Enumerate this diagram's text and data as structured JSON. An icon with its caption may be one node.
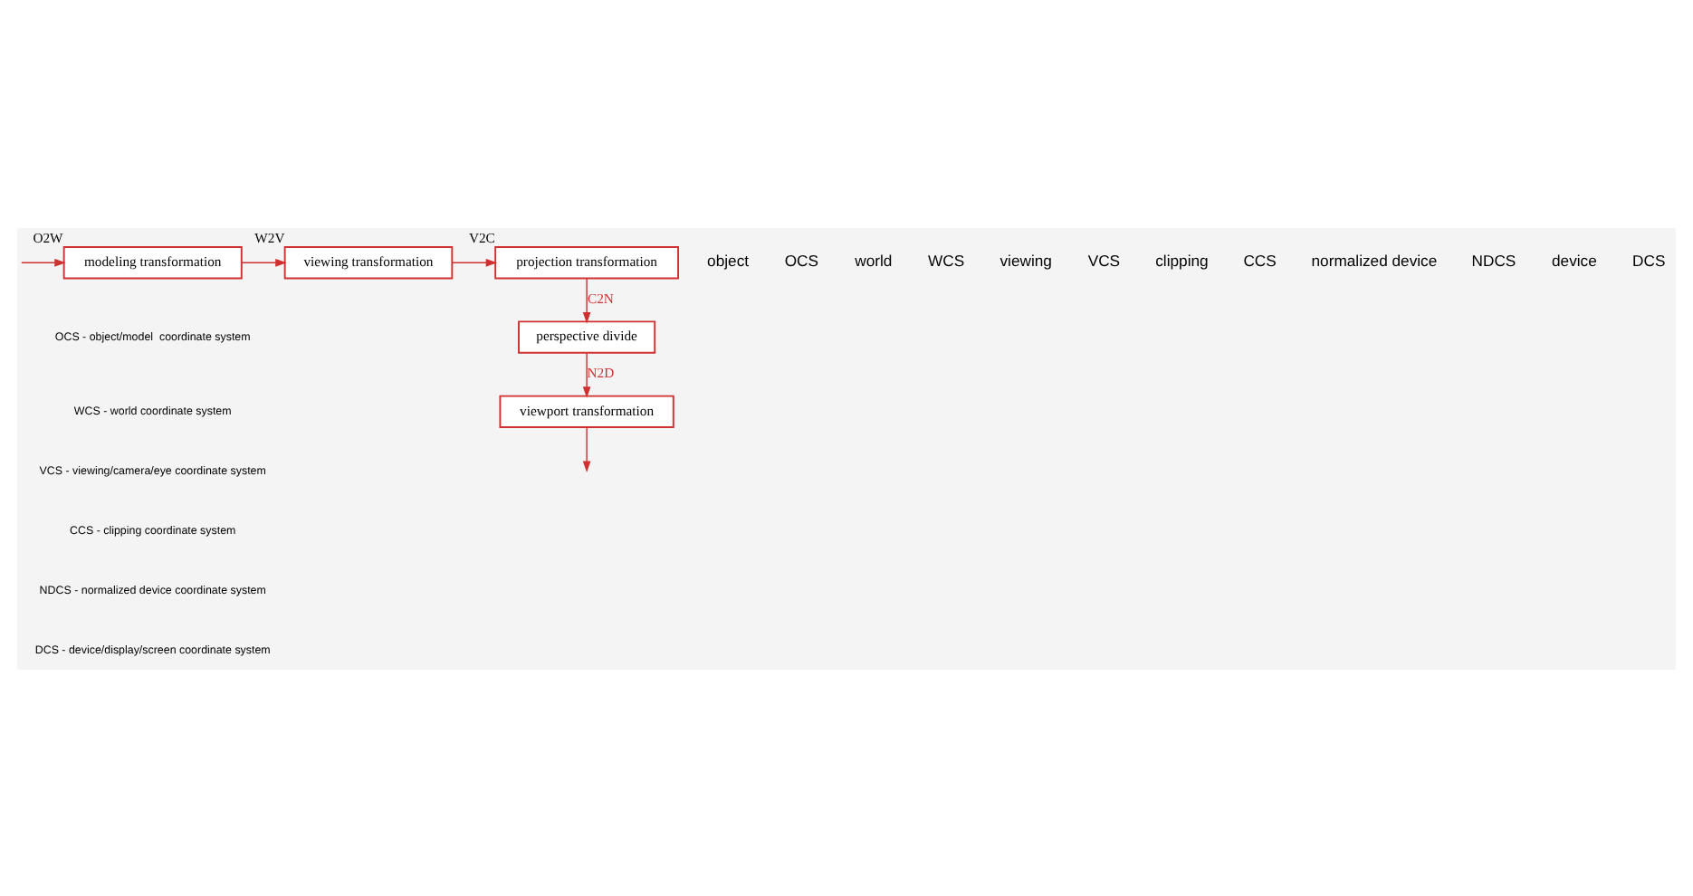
{
  "diagram": {
    "nodes": [
      {
        "text": [
          "modeling transformation"
        ],
        "beside": [
          "O2W"
        ]
      },
      {
        "text": [
          "viewing transformation"
        ],
        "beside": [
          "W2V"
        ]
      },
      {
        "text": [
          "projection transformation"
        ],
        "beside": [
          "V2C"
        ]
      },
      {
        "text": [
          "perspective divide"
        ]
      },
      {
        "text": [
          "viewport transformation"
        ]
      }
    ],
    "edges": [
      {
        "from": null,
        "to": 0,
        "arrow": "to"
      },
      {
        "from": 0,
        "to": 1,
        "arrow": "to"
      },
      {
        "from": 1,
        "to": 2,
        "arrow": "to"
      },
      {
        "from": 2,
        "to": 3,
        "arrow": "to",
        "label": "C2N"
      },
      {
        "from": 3,
        "to": 4,
        "arrow": "to",
        "label": "N2D"
      },
      {
        "from": 4,
        "to": null,
        "arrow": "to"
      }
    ],
    "labels": [
      "object",
      "OCS",
      "world",
      "WCS",
      "viewing",
      "VCS",
      "clipping",
      "CCS",
      "normalized device",
      "NDCS",
      "device",
      "DCS",
      "OCS - object/model  coordinate system",
      "WCS - world coordinate system",
      "VCS - viewing/camera/eye coordinate system",
      "CCS - clipping coordinate system",
      "NDCS - normalized device coordinate system",
      "DCS - device/display/screen coordinate system"
    ]
  }
}
